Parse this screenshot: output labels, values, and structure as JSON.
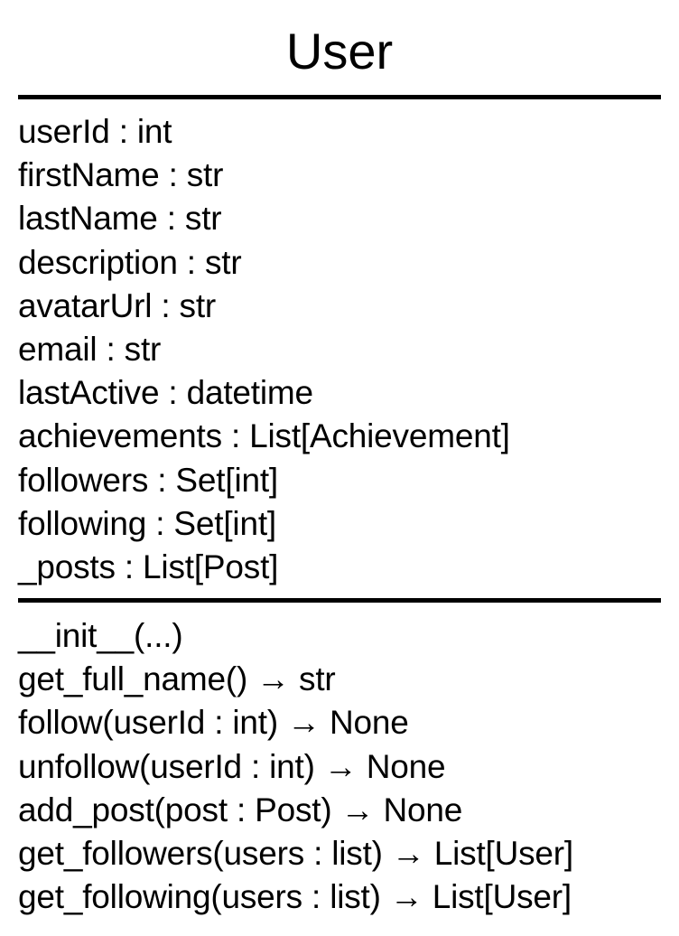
{
  "class": {
    "name": "User",
    "attributes": [
      "userId : int",
      "firstName : str",
      "lastName : str",
      "description : str",
      "avatarUrl : str",
      "email : str",
      "lastActive : datetime",
      "achievements : List[Achievement]",
      "followers : Set[int]",
      "following : Set[int]",
      "_posts : List[Post]"
    ],
    "methods": [
      "__init__(...)",
      "get_full_name() → str",
      "follow(userId : int) → None",
      "unfollow(userId : int) → None",
      "add_post(post : Post) → None",
      "get_followers(users : list) → List[User]",
      "get_following(users : list) → List[User]"
    ]
  }
}
